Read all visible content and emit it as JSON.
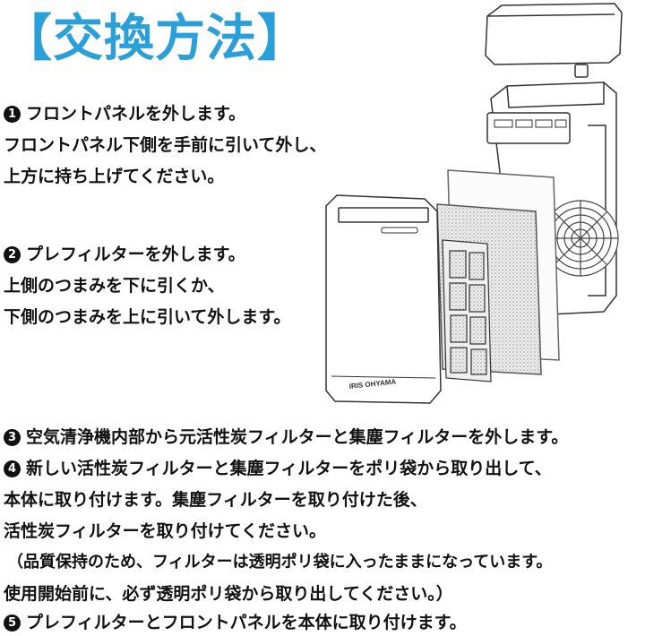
{
  "title": "【交換方法】",
  "steps": [
    {
      "num": "1",
      "lines": [
        "フロントパネルを外します。",
        "フロントパネル下側を手前に引いて外し、",
        "上方に持ち上げてください。"
      ]
    },
    {
      "num": "2",
      "lines": [
        "プレフィルターを外します。",
        "上側のつまみを下に引くか、",
        "下側のつまみを上に引いて外します。"
      ]
    },
    {
      "num": "3",
      "lines": [
        "空気清浄機内部から元活性炭フィルターと集塵フィルターを外します。"
      ]
    },
    {
      "num": "4",
      "lines": [
        "新しい活性炭フィルターと集塵フィルターをポリ袋から取り出して、",
        "本体に取り付けます。集塵フィルターを取り付けた後、",
        "活性炭フィルターを取り付けてください。",
        "（品質保持のため、フィルターは透明ポリ袋に入ったままになっています。",
        "使用開始前に、必ず透明ポリ袋から取り出してください。）"
      ]
    },
    {
      "num": "5",
      "lines": [
        "プレフィルターとフロントパネルを本体に取り付けます。"
      ]
    }
  ],
  "illustration": {
    "brand": "IRIS OHYAMA"
  },
  "colors": {
    "title": "#2a9fd8",
    "text": "#111111"
  }
}
